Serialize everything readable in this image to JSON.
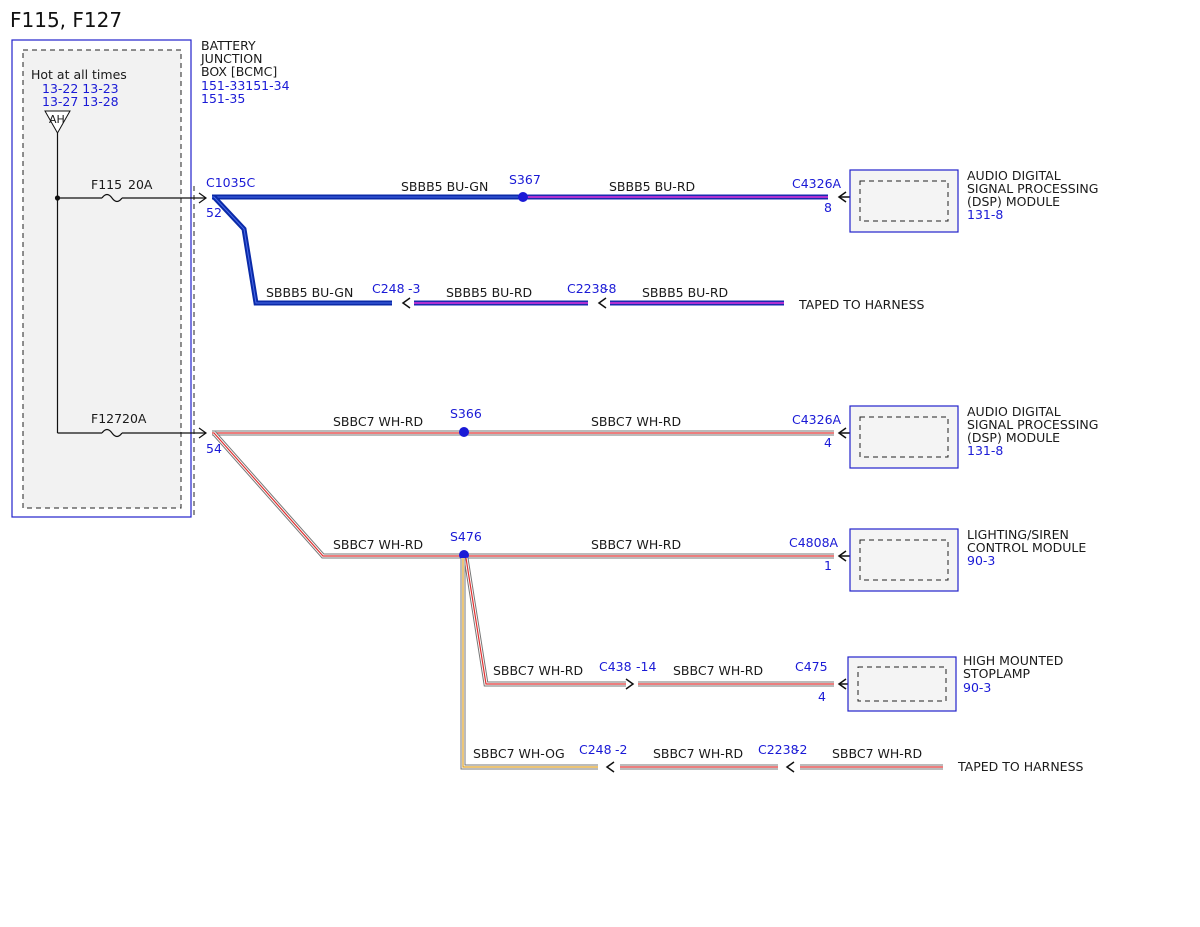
{
  "title": "F115, F127",
  "colors": {
    "blue_label": "#1a1ad6",
    "box_border": "#2222cc",
    "box_fill": "#f2f2f2",
    "wire_blue": "#0a2aa8",
    "wire_purple": "#6a1fb0",
    "stripe_red": "#e03030",
    "stripe_orange": "#e0a020"
  },
  "bjb": {
    "name_lines": [
      "BATTERY",
      "JUNCTION",
      "BOX [BCMC]"
    ],
    "refs": [
      "151-33151-34",
      "151-35"
    ],
    "hot_label": "Hot at all times",
    "hot_refs": [
      "13-22 13-23",
      "13-27 13-28"
    ],
    "bus_symbol": "AH",
    "fuses": [
      {
        "id": "F115",
        "rating": "20A",
        "connector": "C1035C",
        "pin": "52"
      },
      {
        "id": "F127",
        "rating": "20A",
        "connector": "",
        "pin": "54"
      }
    ]
  },
  "wire_labels": {
    "sbbb5_bugn": "SBBB5  BU-GN",
    "sbbb5_burd": "SBBB5  BU-RD",
    "sbbc7_whrd": "SBBC7  WH-RD",
    "sbbc7_whog": "SBBC7  WH-OG"
  },
  "splices": [
    "S367",
    "S366",
    "S476"
  ],
  "inline_connectors": [
    {
      "id": "C248",
      "pin": "-3"
    },
    {
      "id": "C2238",
      "pin": "-8"
    },
    {
      "id": "C438",
      "pin": "-14"
    },
    {
      "id": "C248",
      "pin": "-2"
    },
    {
      "id": "C2238",
      "pin": "-2"
    }
  ],
  "modules": [
    {
      "connector": "C4326A",
      "pin": "8",
      "name_lines": [
        "AUDIO DIGITAL",
        "SIGNAL PROCESSING",
        "(DSP) MODULE"
      ],
      "ref": "131-8"
    },
    {
      "connector": "C4326A",
      "pin": "4",
      "name_lines": [
        "AUDIO DIGITAL",
        "SIGNAL PROCESSING",
        "(DSP) MODULE"
      ],
      "ref": "131-8"
    },
    {
      "connector": "C4808A",
      "pin": "1",
      "name_lines": [
        "LIGHTING/SIREN",
        "CONTROL MODULE"
      ],
      "ref": "90-3"
    },
    {
      "connector": "C475",
      "pin": "4",
      "name_lines": [
        "HIGH MOUNTED",
        "STOPLAMP"
      ],
      "ref": "90-3"
    }
  ],
  "taped_label": "TAPED TO HARNESS"
}
